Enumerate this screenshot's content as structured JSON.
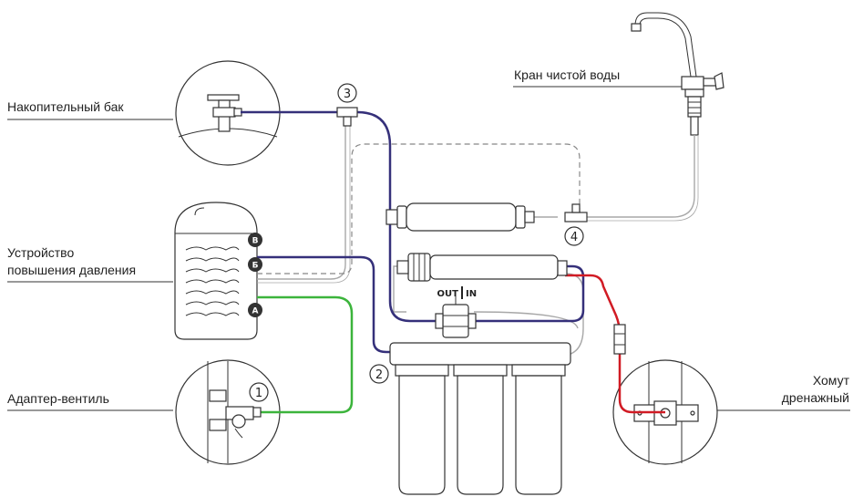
{
  "labels": {
    "tank": "Накопительный бак",
    "booster_line1": "Устройство",
    "booster_line2": "повышения давления",
    "adapter": "Адаптер-вентиль",
    "faucet": "Кран чистой воды",
    "clamp_line1": "Хомут",
    "clamp_line2": "дренажный"
  },
  "markers": {
    "m1": "1",
    "m2": "2",
    "m3": "3",
    "m4": "4"
  },
  "ports": {
    "v": "В",
    "b": "Б",
    "a": "А"
  },
  "io": {
    "out": "OUT",
    "in": "IN"
  },
  "colors": {
    "blue_line": "#35307a",
    "green_line": "#3cb43c",
    "red_line": "#d11b24",
    "gray_line": "#a8a8a8",
    "dark": "#333333"
  }
}
